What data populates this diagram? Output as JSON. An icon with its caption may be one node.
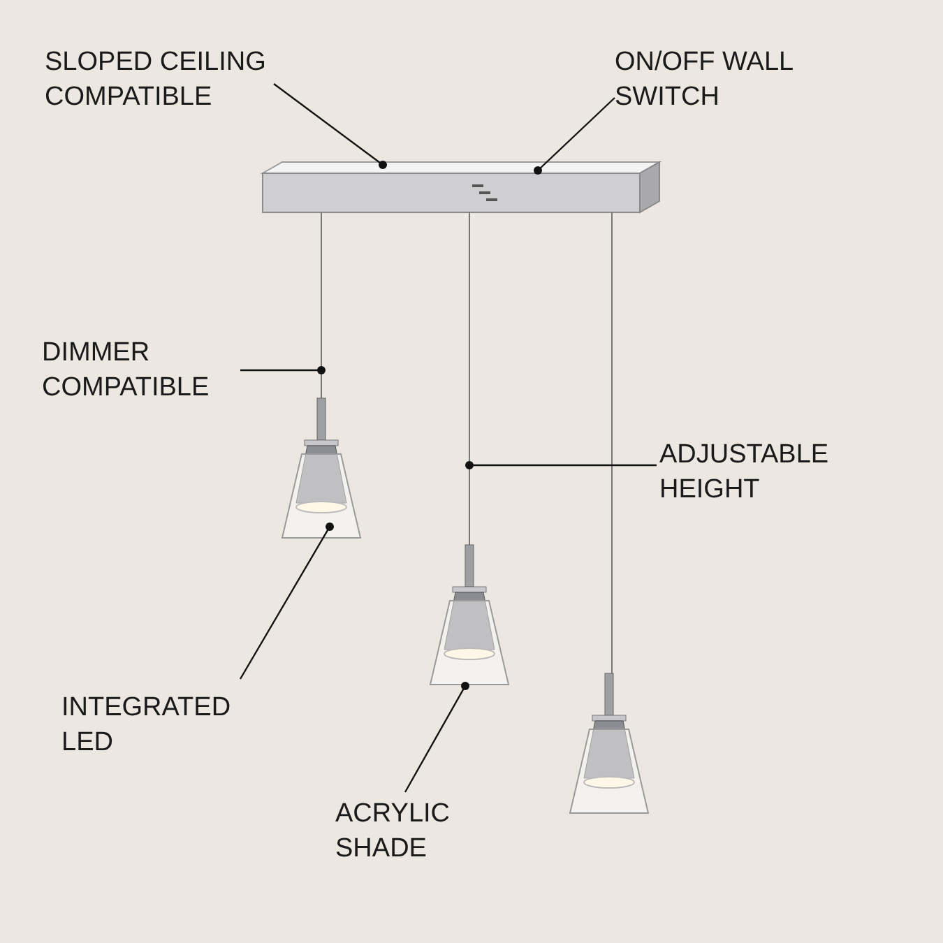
{
  "diagram": {
    "nodes": [
      {
        "text": [
          "SLOPED CEILING COMPATIBLE"
        ]
      },
      {
        "text": [
          "ON/OFF WALL SWITCH"
        ]
      },
      {
        "text": [],
        "shape": "picture"
      },
      {
        "text": [
          "DIMMER COMPATIBLE"
        ]
      },
      {
        "text": [],
        "shape": "line"
      },
      {
        "text": [
          "ADJUSTABLE HEIGHT"
        ]
      },
      {
        "text": [],
        "shape": "line"
      },
      {
        "text": [],
        "shape": "picture"
      },
      {
        "text": [
          "INTEGRATED LED"
        ]
      },
      {
        "text": [],
        "shape": "picture"
      },
      {
        "text": [
          "ACRYLIC SHADE"
        ]
      }
    ],
    "edges": [
      {
        "from": 0,
        "to": 2,
        "arrow": "other"
      },
      {
        "from": 1,
        "to": 2,
        "arrow": "other"
      },
      {
        "from": 3,
        "to": 4,
        "arrow": "other"
      },
      {
        "from": 5,
        "to": 6,
        "arrow": "other"
      },
      {
        "from": 8,
        "to": 7,
        "arrow": "other"
      },
      {
        "from": 10,
        "to": 9,
        "arrow": "other"
      }
    ]
  }
}
